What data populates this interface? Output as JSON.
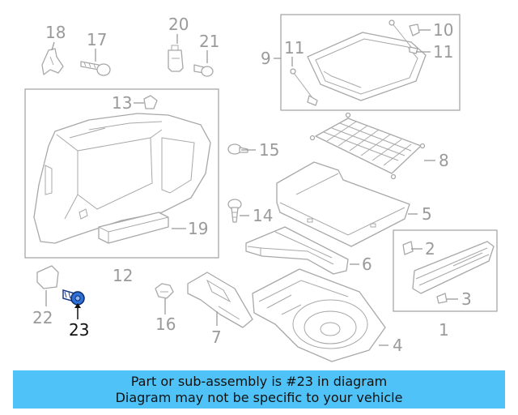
{
  "diagram": {
    "callouts": {
      "c1": "1",
      "c2": "2",
      "c3": "3",
      "c4": "4",
      "c5": "5",
      "c6": "6",
      "c7": "7",
      "c8": "8",
      "c9": "9",
      "c10": "10",
      "c11a": "11",
      "c11b": "11",
      "c12": "12",
      "c13": "13",
      "c14": "14",
      "c15": "15",
      "c16": "16",
      "c17": "17",
      "c18": "18",
      "c19": "19",
      "c20": "20",
      "c21": "21",
      "c22": "22",
      "c23": "23"
    },
    "highlighted_part": "23",
    "colors": {
      "highlight_part": "#2f6fd6",
      "line_art": "#a8a8a8",
      "callout_text": "#9a9a9a"
    }
  },
  "banner": {
    "line1": "Part or sub-assembly is #23 in diagram",
    "line2": "Diagram may not be specific to your vehicle",
    "background": "#4fc3f7"
  }
}
